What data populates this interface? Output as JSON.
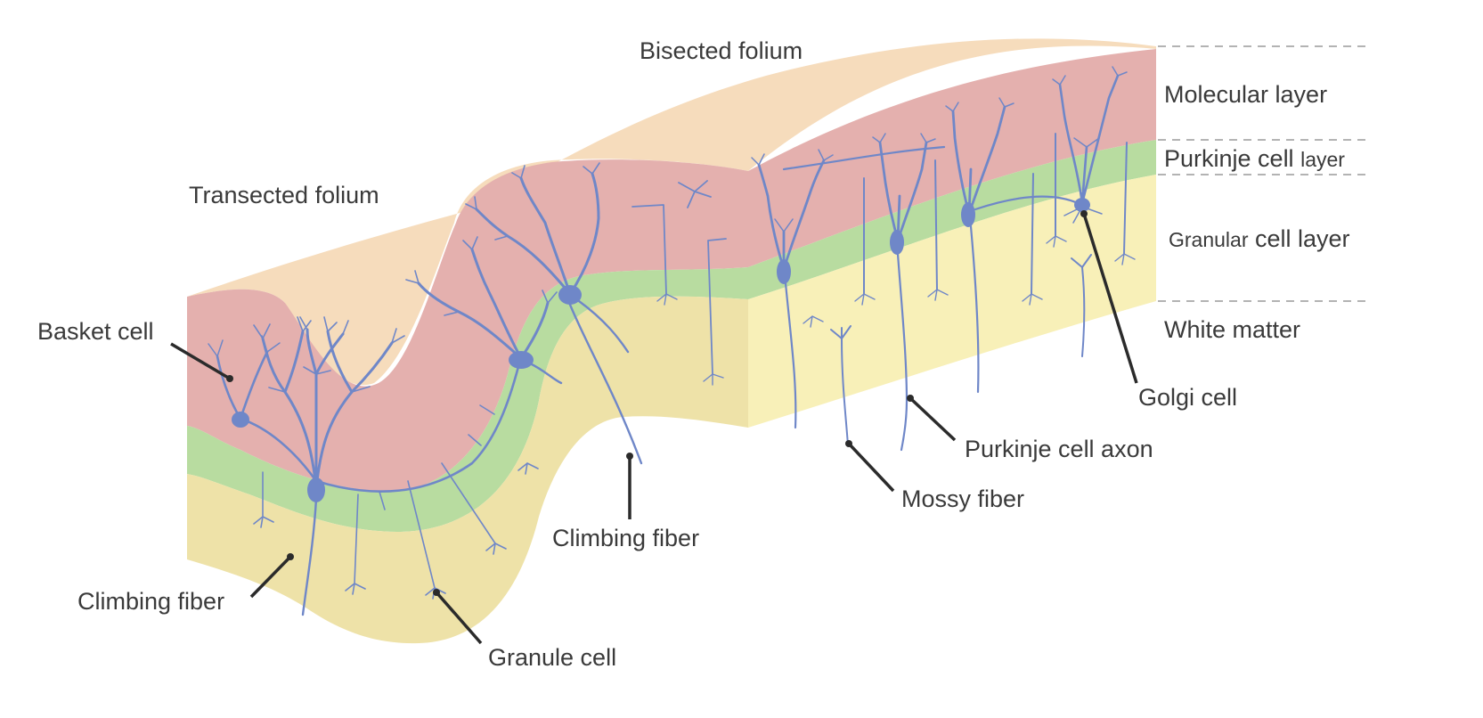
{
  "diagram": {
    "labels": {
      "bisected_folium": "Bisected folium",
      "transected_folium": "Transected folium",
      "molecular_layer": "Molecular layer",
      "purkinje_cell_layer_part1": "Purkinje cell",
      "purkinje_cell_layer_part2": "layer",
      "granular_cell_layer_part1": "Granular",
      "granular_cell_layer_part2": "cell layer",
      "white_matter": "White matter",
      "basket_cell": "Basket cell",
      "climbing_fiber_left": "Climbing fiber",
      "granule_cell": "Granule cell",
      "climbing_fiber_center": "Climbing fiber",
      "mossy_fiber": "Mossy fiber",
      "purkinje_cell_axon": "Purkinje cell axon",
      "golgi_cell": "Golgi cell"
    },
    "colors": {
      "top_surface": "#f6dcbc",
      "molecular_layer": "#e4b0ae",
      "purkinje_layer": "#b8dca0",
      "granular_layer": "#eee2a8",
      "granular_layer_front": "#f8f0b8",
      "neuron": "#6f87c8",
      "leader": "#2b2b2b"
    }
  }
}
